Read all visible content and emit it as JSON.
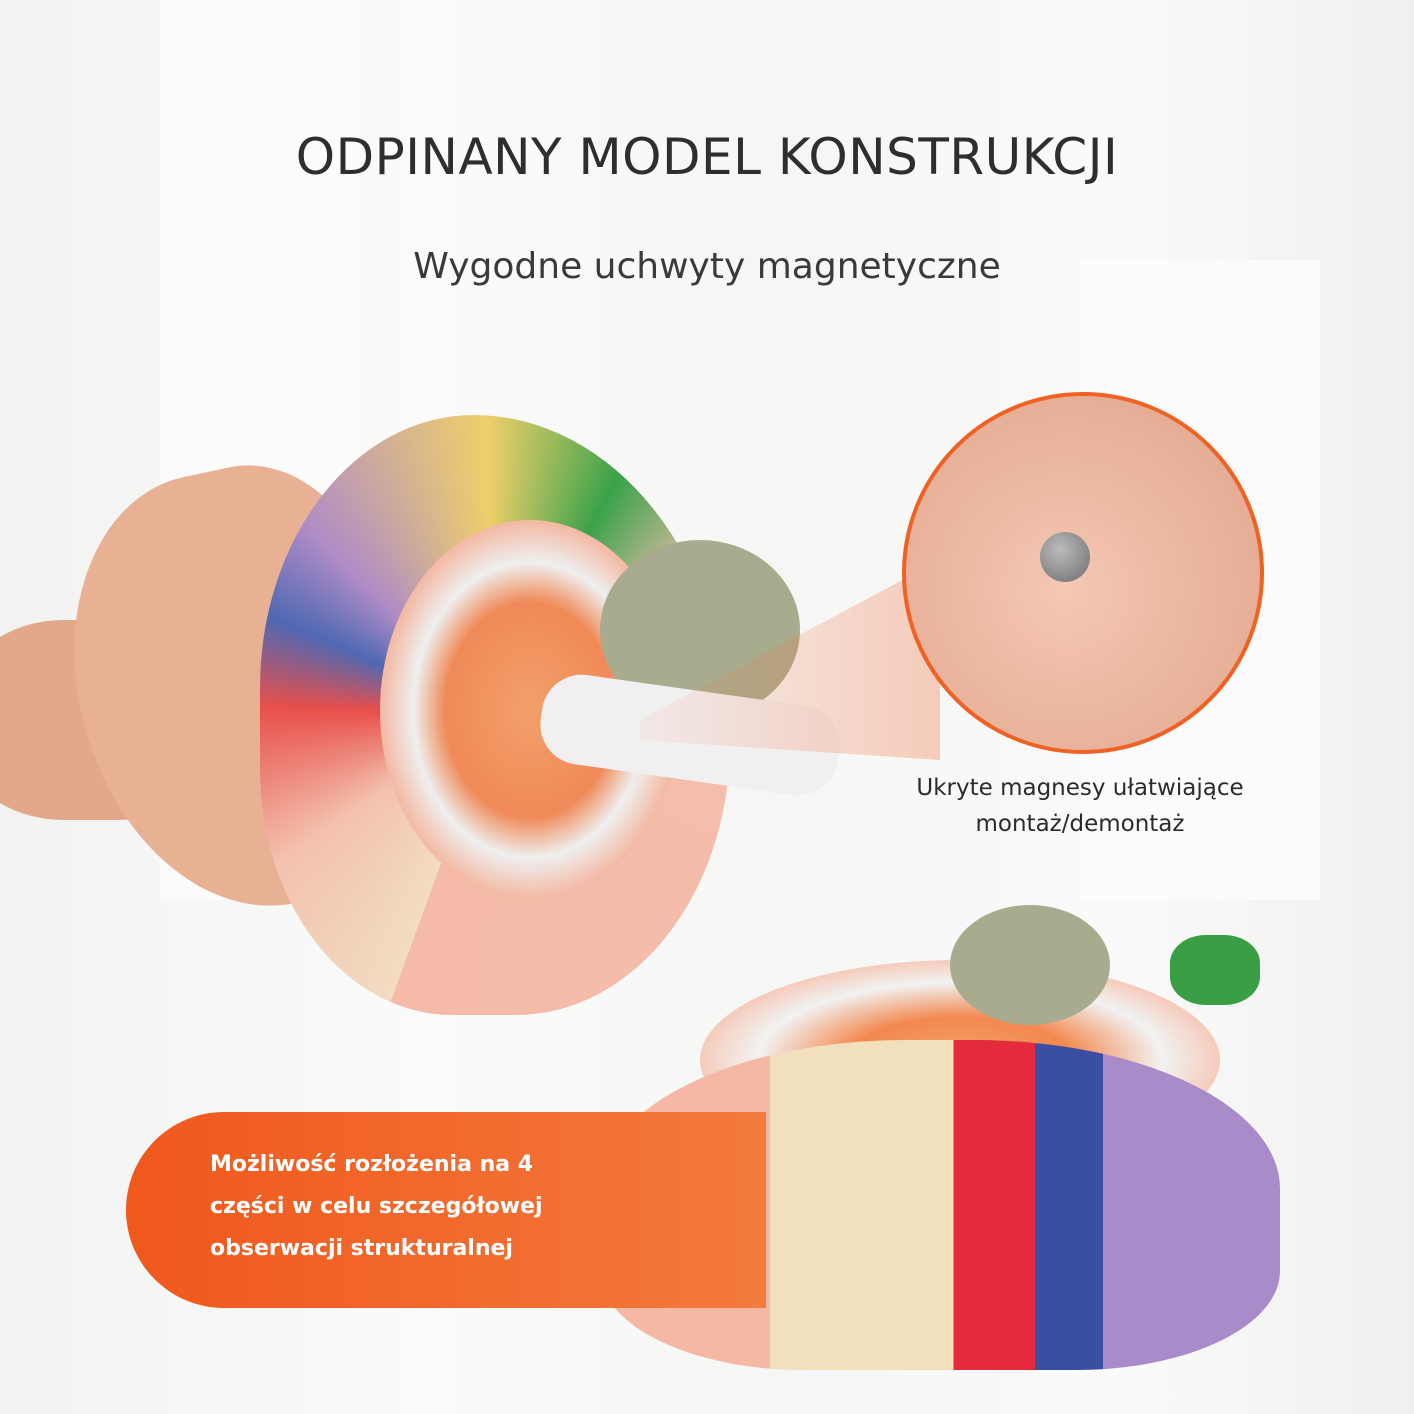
{
  "header": {
    "title": "ODPINANY MODEL KONSTRUKCJI",
    "subtitle": "Wygodne uchwyty magnetyczne"
  },
  "callout": {
    "caption_line1": "Ukryte magnesy ułatwiające",
    "caption_line2": "montaż/demontaż"
  },
  "banner": {
    "line1": "Możliwość rozłożenia na 4",
    "line2": "części w celu szczegółowej",
    "line3": "obserwacji strukturalnej",
    "color": "#f0581c"
  },
  "colors": {
    "accent": "#f06224"
  }
}
